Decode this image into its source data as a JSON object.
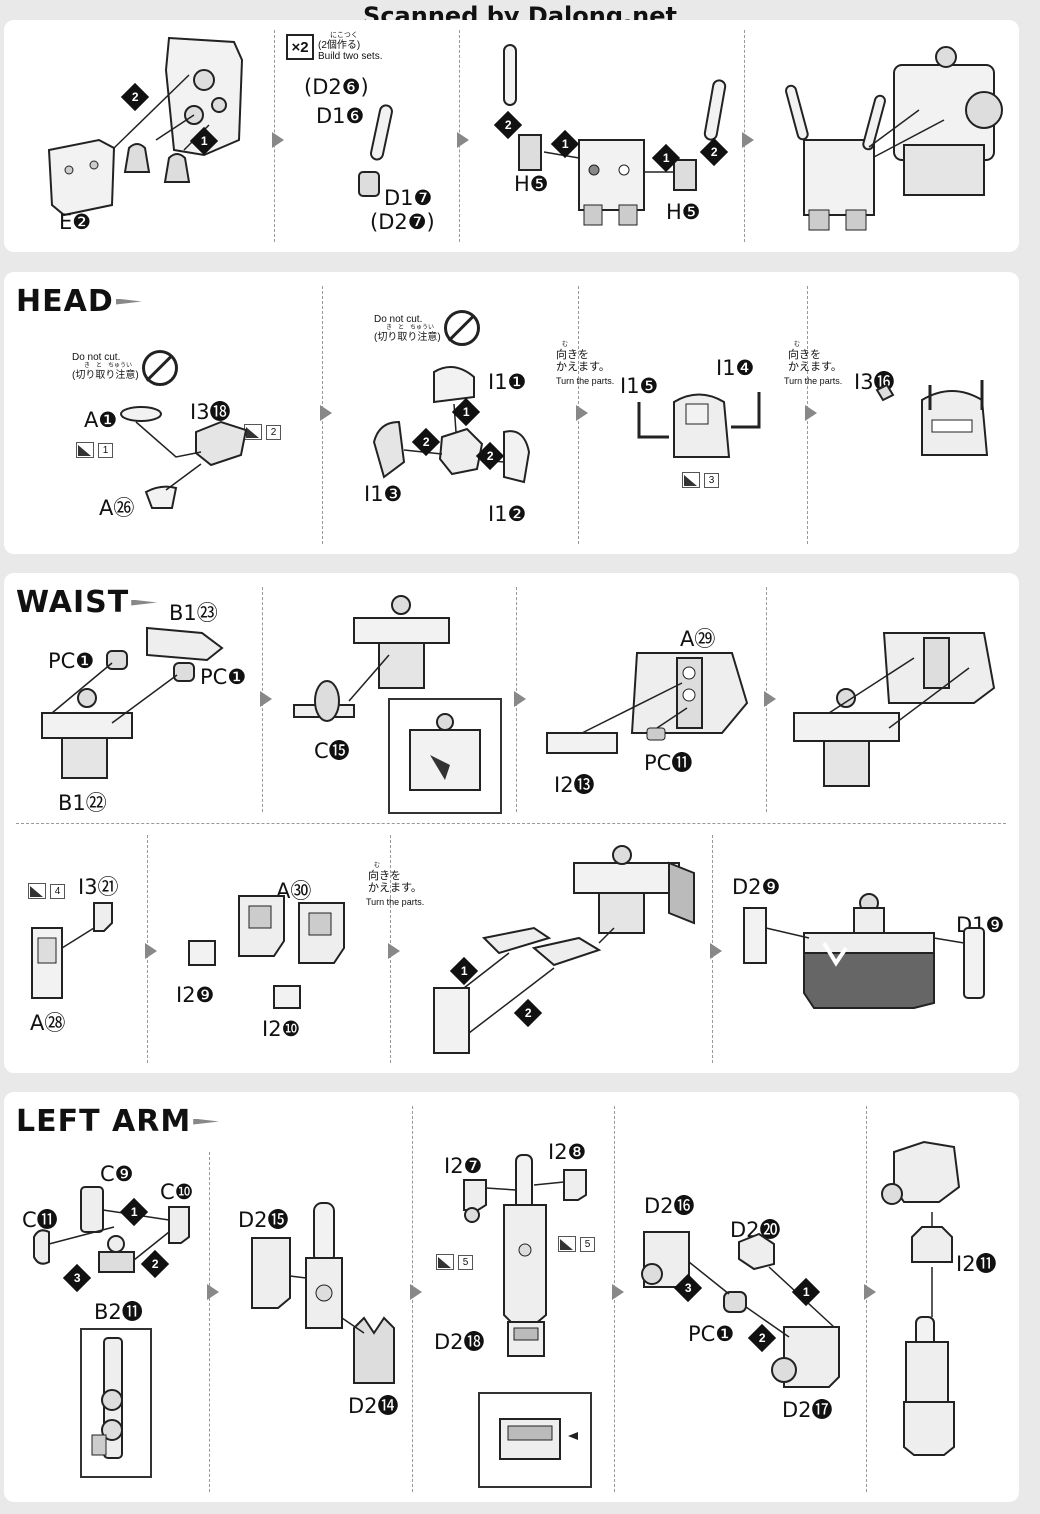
{
  "watermark": "Scanned by Dalong.net",
  "build": {
    "x2": "2",
    "furigana": "にこつく",
    "jp": "(2個作る)",
    "en": "Build two sets."
  },
  "parts": {
    "e2": "E❷",
    "d26": "(D2❻)",
    "d16": "D1❻",
    "d17": "D1❼",
    "d27": "(D2❼)",
    "h5a": "H❺",
    "h5b": "H❺",
    "a1": "A❶",
    "i318": "I3⓲",
    "a26": "A㉖",
    "i11": "I1❶",
    "i13": "I1❸",
    "i12": "I1❷",
    "i15": "I1❺",
    "i14": "I1❹",
    "i316": "I3⓰",
    "b123": "B1㉓",
    "pc1a": "PC❶",
    "pc1b": "PC❶",
    "b122": "B1㉒",
    "c15": "C⓯",
    "a29": "A㉙",
    "i213": "I2⓭",
    "pc11": "PC⓫",
    "i321": "I3㉑",
    "a28": "A㉘",
    "a30": "A㉚",
    "i29": "I2❾",
    "i210": "I2❿",
    "d29": "D2❾",
    "d19": "D1❾",
    "c9": "C❾",
    "c11": "C⓫",
    "c10": "C❿",
    "b211": "B2⓫",
    "d215": "D2⓯",
    "d214": "D2⓮",
    "i27": "I2❼",
    "i28": "I2❽",
    "d218": "D2⓲",
    "d216": "D2⓰",
    "d220": "D2⓴",
    "pc1c": "PC❶",
    "d217": "D2⓱",
    "i211": "I2⓫"
  },
  "sections": {
    "head": "HEAD",
    "waist": "WAIST",
    "left_arm": "LEFT ARM"
  },
  "notes": {
    "do_not_cut_en": "Do not cut.",
    "do_not_cut_furigana": "き　と　ちゅうい",
    "do_not_cut_jp": "(切り取り注意)",
    "turn_furigana": "む",
    "turn_jp_1": "向きを",
    "turn_jp_2": "かえます。",
    "turn_en": "Turn the parts."
  },
  "tags": [
    "1",
    "2",
    "3",
    "4",
    "5",
    "5"
  ],
  "steps": [
    "1",
    "2",
    "3"
  ]
}
